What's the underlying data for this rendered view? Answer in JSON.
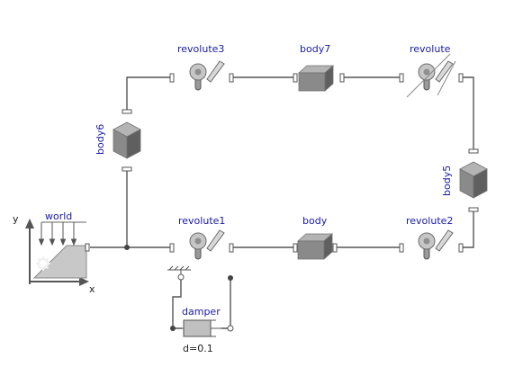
{
  "components": {
    "world": "world",
    "revolute1": "revolute1",
    "revolute2": "revolute2",
    "revolute3": "revolute3",
    "revolute": "revolute",
    "body": "body",
    "body5": "body5",
    "body6": "body6",
    "body7": "body7",
    "damper": "damper"
  },
  "damper_param": "d=0.1",
  "axes": {
    "x": "x",
    "y": "y"
  },
  "colors": {
    "label": "#1a1aa6",
    "line": "#555555",
    "body_front": "#8a8a8a",
    "body_top": "#b4b4b4",
    "body_side": "#5f5f5f"
  }
}
